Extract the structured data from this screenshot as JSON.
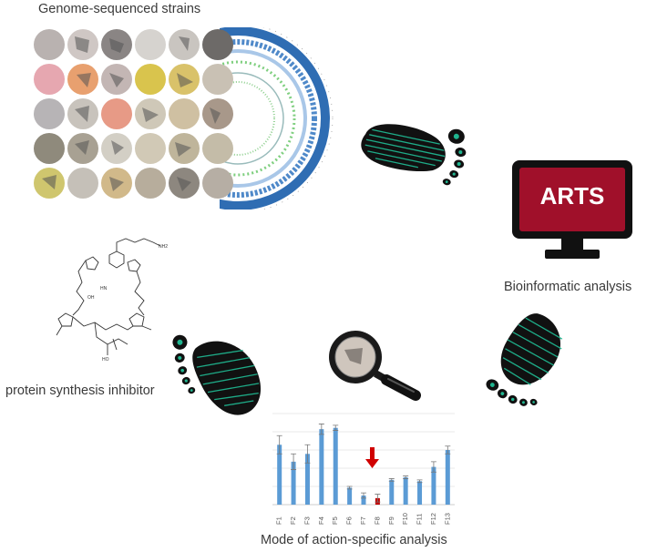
{
  "labels": {
    "strains": "Genome-sequenced strains",
    "bioinfo": "Bioinformatic analysis",
    "inhibitor": "protein synthesis inhibitor",
    "mode": "Mode of action-specific analysis",
    "monitor_text": "ARTS"
  },
  "icons": {
    "footprint": "footprint-icon",
    "magnifier": "magnifying-glass-icon",
    "monitor": "monitor-icon"
  },
  "colors": {
    "bar": "#5b9bd5",
    "highlight_bar": "#c00000",
    "arrow": "#d00000",
    "monitor_screen": "#a0102a",
    "foot_pattern": "#1fb58f",
    "ring": "#2f6db3"
  },
  "chart_data": {
    "type": "bar",
    "categories": [
      "F1",
      "F2",
      "F3",
      "F4",
      "F5",
      "F6",
      "F7",
      "F8",
      "F9",
      "F10",
      "F11",
      "F12",
      "F13"
    ],
    "values": [
      4.6,
      3.3,
      3.9,
      5.8,
      5.9,
      1.3,
      0.7,
      0.5,
      1.9,
      2.1,
      1.8,
      2.9,
      4.2
    ],
    "errors": [
      0.7,
      0.6,
      0.7,
      0.4,
      0.2,
      0.1,
      0.2,
      0.3,
      0.1,
      0.1,
      0.1,
      0.4,
      0.3
    ],
    "highlight_index": 7,
    "ylim": [
      0,
      7
    ],
    "grid": true
  }
}
